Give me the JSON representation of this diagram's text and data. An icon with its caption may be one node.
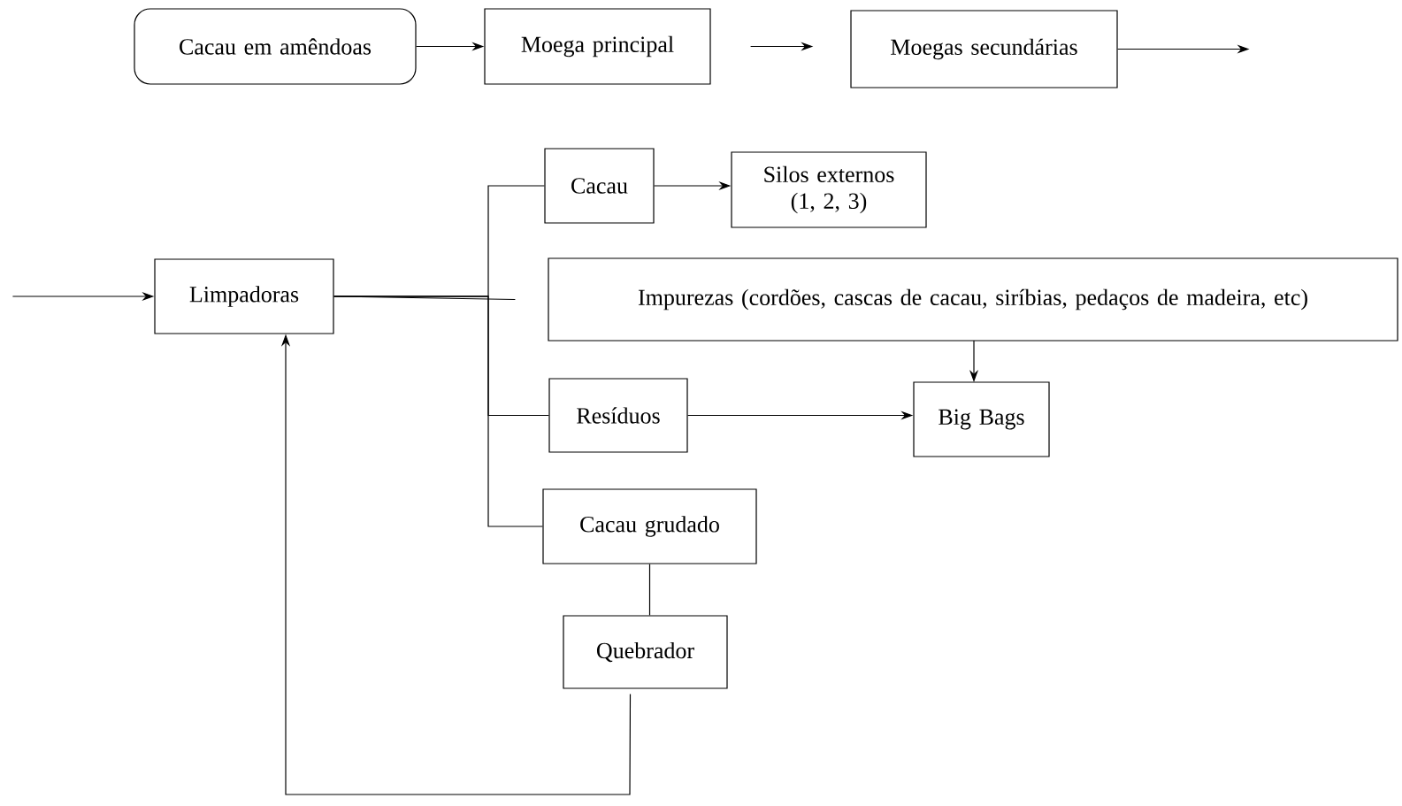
{
  "diagram": {
    "nodes": [
      {
        "text": [
          "Cacau em amêndoas"
        ]
      },
      {
        "text": [
          "Moega principal"
        ]
      },
      {
        "text": [
          "Moegas secundárias"
        ]
      },
      {
        "text": [
          "Limpadoras"
        ]
      },
      {
        "text": [
          "Cacau"
        ]
      },
      {
        "text": [
          "Silos externos (1, 2, 3)"
        ]
      },
      {
        "text": [
          "Impurezas (cordões, cascas de cacau, siríbias, pedaços de madeira, etc)"
        ]
      },
      {
        "text": [
          "Resíduos"
        ]
      },
      {
        "text": [
          "Big Bags"
        ]
      },
      {
        "text": [
          "Cacau grudado"
        ]
      },
      {
        "text": [
          "Quebrador"
        ]
      }
    ],
    "edges": [
      {
        "from": 0,
        "to": 1,
        "arrow": "to"
      },
      {
        "from": 1,
        "to": 2,
        "arrow": "to"
      },
      {
        "from": 2,
        "to": null,
        "arrow": "to"
      },
      {
        "from": null,
        "to": 3,
        "arrow": "to"
      },
      {
        "from": 3,
        "to": 4,
        "arrow": "none"
      },
      {
        "from": 3,
        "to": 6,
        "arrow": "none"
      },
      {
        "from": 3,
        "to": 7,
        "arrow": "none"
      },
      {
        "from": 3,
        "to": 9,
        "arrow": "none"
      },
      {
        "from": 4,
        "to": 5,
        "arrow": "to"
      },
      {
        "from": 6,
        "to": 8,
        "arrow": "to"
      },
      {
        "from": 7,
        "to": 8,
        "arrow": "to"
      },
      {
        "from": 9,
        "to": 10,
        "arrow": "none"
      },
      {
        "from": 10,
        "to": 3,
        "arrow": "to"
      }
    ]
  }
}
